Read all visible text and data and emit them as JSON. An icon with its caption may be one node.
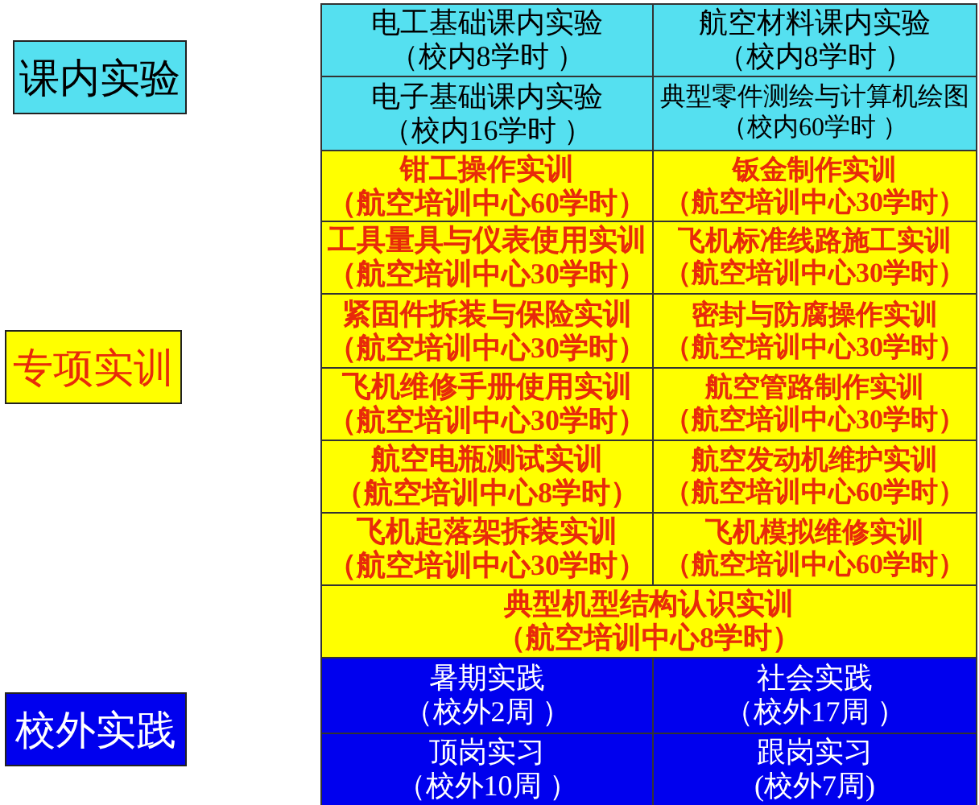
{
  "diagram": {
    "nodes": [
      {
        "text": [
          "课内实验"
        ]
      },
      {
        "text": [
          "专项实训"
        ]
      },
      {
        "text": [
          "校外实践"
        ]
      }
    ],
    "labels": [
      "电工基础课内实验（校内8学时 ）",
      "航空材料课内实验（校内8学时 ）",
      "电子基础课内实验（校内16学时 ）",
      "典型零件测绘与计算机绘图（校内60学时 ）",
      "钳工操作实训（航空培训中心60学时）",
      "钣金制作实训（航空培训中心30学时）",
      "工具量具与仪表使用实训（航空培训中心30学时）",
      "飞机标准线路施工实训（航空培训中心30学时）",
      "紧固件拆装与保险实训（航空培训中心30学时）",
      "密封与防腐操作实训（航空培训中心30学时）",
      "飞机维修手册使用实训（航空培训中心30学时）",
      "航空管路制作实训（航空培训中心30学时）",
      "航空电瓶测试实训（航空培训中心8学时）",
      "航空发动机维护实训（航空培训中心60学时）",
      "飞机起落架拆装实训（航空培训中心30学时）",
      "飞机模拟维修实训（航空培训中心60学时）",
      "典型机型结构认识实训（航空培训中心8学时）",
      "暑期实践（校外2周 ）",
      "社会实践（校外17周 ）",
      "顶岗实习（校外10周 ）",
      "跟岗实习(校外7周)"
    ]
  }
}
